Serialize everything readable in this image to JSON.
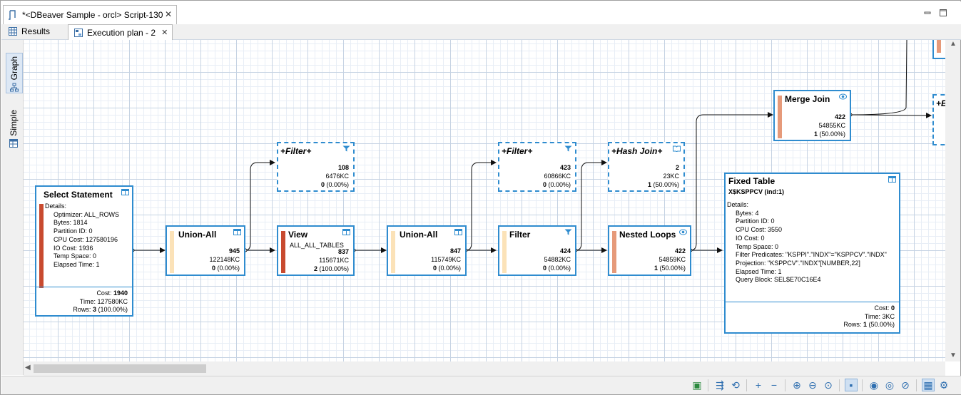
{
  "window": {
    "title": "*<DBeaver Sample - orcl> Script-130"
  },
  "tabs": [
    {
      "label": "Results",
      "icon": "grid-icon"
    },
    {
      "label": "Execution plan - 2",
      "icon": "plan-icon"
    }
  ],
  "side_tabs": [
    {
      "label": "Graph"
    },
    {
      "label": "Simple"
    }
  ],
  "nodes": {
    "select": {
      "title": "Select Statement",
      "details_label": "Details:",
      "details": [
        "Optimizer: ALL_ROWS",
        "Bytes: 1814",
        "Partition ID: 0",
        "CPU Cost: 127580196",
        "IO Cost: 1936",
        "Temp Space: 0",
        "Elapsed Time: 1"
      ],
      "cost_label": "Cost:",
      "cost": "1940",
      "time": "Time: 127580KC",
      "rows_label": "Rows:",
      "rows": "3",
      "rows_pct": "(100.00%)",
      "bar_color": "#c84a2f"
    },
    "union1": {
      "title": "Union-All",
      "count": "945",
      "bytes": "122148KC",
      "rows": "0",
      "pct": "(0.00%)",
      "bar_color": "#fbe2b8"
    },
    "filter1": {
      "title": "+Filter+",
      "count": "108",
      "bytes": "6476KC",
      "rows": "0",
      "pct": "(0.00%)"
    },
    "view": {
      "title": "View",
      "sub": "ALL_ALL_TABLES",
      "count": "837",
      "bytes": "115671KC",
      "rows": "2",
      "pct": "(100.00%)",
      "bar_color": "#c84a2f"
    },
    "union2": {
      "title": "Union-All",
      "count": "847",
      "bytes": "115749KC",
      "rows": "0",
      "pct": "(0.00%)",
      "bar_color": "#fbe2b8"
    },
    "filter2": {
      "title": "+Filter+",
      "count": "423",
      "bytes": "60866KC",
      "rows": "0",
      "pct": "(0.00%)"
    },
    "filter3": {
      "title": "Filter",
      "count": "424",
      "bytes": "54882KC",
      "rows": "0",
      "pct": "(0.00%)",
      "bar_color": "#fbe2b8"
    },
    "hashjoin": {
      "title": "+Hash Join+",
      "count": "2",
      "bytes": "23KC",
      "rows": "1",
      "pct": "(50.00%)"
    },
    "nested": {
      "title": "Nested Loops",
      "count": "422",
      "bytes": "54859KC",
      "rows": "1",
      "pct": "(50.00%)",
      "bar_color": "#e69a7a"
    },
    "merge": {
      "title": "Merge Join",
      "count": "422",
      "bytes": "54855KC",
      "rows": "1",
      "pct": "(50.00%)",
      "bar_color": "#e69a7a"
    },
    "partial": {
      "title": "+E"
    },
    "fixed": {
      "title": "Fixed Table",
      "sub": "X$KSPPCV (ind:1)",
      "details_label": "Details:",
      "details": [
        "Bytes: 4",
        "Partition ID: 0",
        "CPU Cost: 3550",
        "IO Cost: 0",
        "Temp Space: 0",
        "Filter Predicates: \"KSPPI\".\"INDX\"=\"KSPPCV\".\"INDX\"",
        "Projection: \"KSPPCV\".\"INDX\"[NUMBER,22]",
        "Elapsed Time: 1",
        "Query Block: SEL$E70C16E4"
      ],
      "cost_label": "Cost:",
      "cost": "0",
      "time": "Time: 3KC",
      "rows_label": "Rows:",
      "rows": "1",
      "rows_pct": "(50.00%)"
    }
  },
  "toolbar_icons": [
    "save-image-icon",
    "export-icon",
    "layout-icon",
    "zoom-in-plus-icon",
    "zoom-out-minus-icon",
    "zoom-in-icon",
    "zoom-out-icon",
    "zoom-fit-icon",
    "overview-icon",
    "show-details-icon",
    "hide-details-icon",
    "hide-all-icon",
    "grid-toggle-icon",
    "attributes-icon"
  ],
  "colors": {
    "accent": "#2f8ccf",
    "high_cost": "#c84a2f",
    "medium_cost": "#e69a7a",
    "low_cost": "#fbe2b8"
  }
}
